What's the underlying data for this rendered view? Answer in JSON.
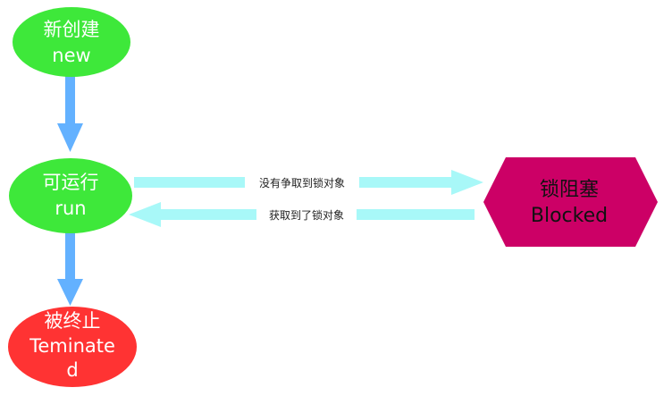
{
  "nodes": {
    "new": {
      "line1": "新创建",
      "line2": "new",
      "color": "#3ee83a"
    },
    "run": {
      "line1": "可运行",
      "line2": "run",
      "color": "#3ee83a"
    },
    "terminated": {
      "line1": "被终止",
      "line2": "Teminate",
      "line3": "d",
      "color": "#ff3333"
    },
    "blocked": {
      "line1": "锁阻塞",
      "line2": "Blocked",
      "color": "#cc0066"
    }
  },
  "edges": {
    "run_to_blocked": {
      "label": "没有争取到锁对象"
    },
    "blocked_to_run": {
      "label": "获取到了锁对象"
    }
  },
  "colors": {
    "down_arrow": "#63b1ff",
    "horizontal_arrow": "#a8f8f8"
  }
}
